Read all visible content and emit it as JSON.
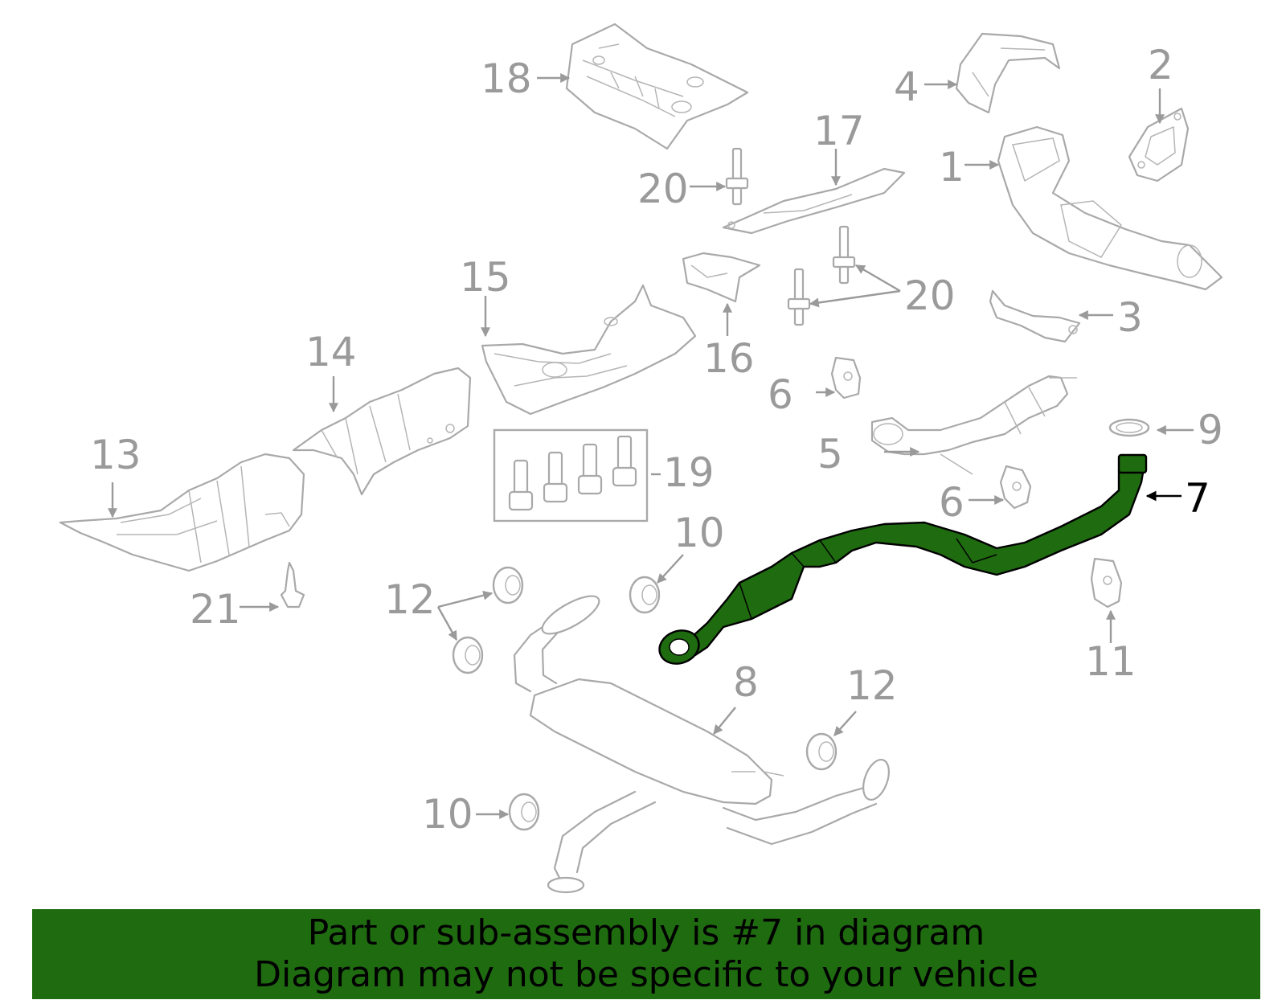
{
  "diagram": {
    "highlighted_part": "7",
    "callouts": {
      "c1": "1",
      "c2": "2",
      "c3": "3",
      "c4": "4",
      "c5": "5",
      "c6a": "6",
      "c6b": "6",
      "c7": "7",
      "c8": "8",
      "c9": "9",
      "c10a": "10",
      "c10b": "10",
      "c11": "11",
      "c12a": "12",
      "c12b": "12",
      "c13": "13",
      "c14": "14",
      "c15": "15",
      "c16": "16",
      "c17": "17",
      "c18": "18",
      "c19": "19",
      "c20a": "20",
      "c20b": "20",
      "c21": "21"
    }
  },
  "banner": {
    "line1": "Part or sub-assembly is #7 in diagram",
    "line2": "Diagram may not be specific to your vehicle",
    "color": "#1f6b10"
  }
}
